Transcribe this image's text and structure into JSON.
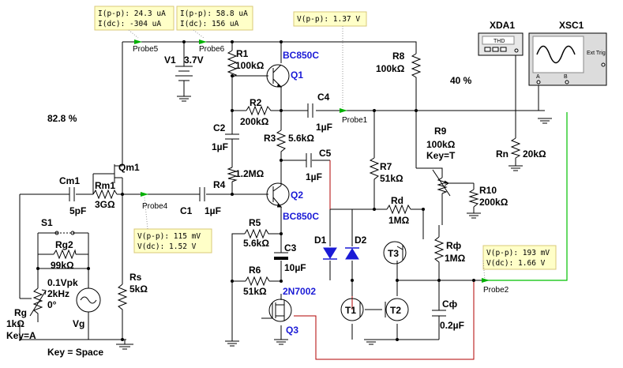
{
  "notes": {
    "probe5": {
      "line1": "I(p-p): 24.3 uA",
      "line2": "I(dc): -304 uA"
    },
    "probe6": {
      "line1": "I(p-p): 58.8 uA",
      "line2": "I(dc): 156 uA"
    },
    "probe1": {
      "line1": "V(p-p): 1.37 V"
    },
    "probe4": {
      "line1": "V(p-p): 115 mV",
      "line2": "V(dc): 1.52 V"
    },
    "probe2": {
      "line1": "V(p-p): 193 mV",
      "line2": "V(dc): 1.66 V"
    }
  },
  "probes": {
    "p5": "Probe5",
    "p6": "Probe6",
    "p1": "Probe1",
    "p4": "Probe4",
    "p2": "Probe2"
  },
  "pots": {
    "rm1_pct": "82.8 %",
    "r9_pct": "40 %"
  },
  "instruments": {
    "xda1": "XDA1",
    "xda1_face": "THD",
    "xsc1": "XSC1",
    "ext_trig": "Ext Trig",
    "ch_a": "A",
    "ch_b": "B"
  },
  "parts": {
    "v1": "V1",
    "v1_val": "3.7V",
    "r1": "R1",
    "r1_val": "100kΩ",
    "q1": "Q1",
    "q1_model": "BC850C",
    "r2": "R2",
    "r2_val": "200kΩ",
    "c4": "C4",
    "c4_val": "1µF",
    "c2": "C2",
    "c2_val": "1µF",
    "r3": "R3",
    "r3_val": "5.6kΩ",
    "c5": "C5",
    "c5_val": "1µF",
    "r4": "R4",
    "r4_val": "1.2MΩ",
    "q2": "Q2",
    "q2_model": "BC850C",
    "r8": "R8",
    "r8_val": "100kΩ",
    "r9": "R9",
    "r9_val": "100kΩ",
    "r9_key": "Key=T",
    "r10": "R10",
    "r10_val": "200kΩ",
    "rn": "Rn",
    "rn_val": "20kΩ",
    "r7": "R7",
    "r7_val": "51kΩ",
    "rd": "Rd",
    "rd_val": "1MΩ",
    "d1": "D1",
    "d2": "D2",
    "t3": "T3",
    "t1": "T1",
    "t2": "T2",
    "rphi": "Rф",
    "rphi_val": "1MΩ",
    "cphi": "Cф",
    "cphi_val": "0.2µF",
    "qm1": "Qm1",
    "cm1": "Cm1",
    "cm1_val": "5pF",
    "rm1": "Rm1",
    "rm1_val": "3GΩ",
    "c1": "C1",
    "c1_val": "1µF",
    "r5": "R5",
    "r5_val": "5.6kΩ",
    "c3": "C3",
    "c3_val": "10µF",
    "r6": "R6",
    "r6_val": "51kΩ",
    "q3": "Q3",
    "q3_model": "2N7002",
    "s1": "S1",
    "rg2": "Rg2",
    "rg2_val": "99kΩ",
    "vg": "Vg",
    "vg_amp": "0.1Vpk",
    "vg_freq": "2kHz",
    "vg_phase": "0°",
    "rs": "Rs",
    "rs_val": "5kΩ",
    "rg": "Rg",
    "rg_val": "1kΩ",
    "rg_key": "Key=A",
    "key_space": "Key = Space"
  }
}
